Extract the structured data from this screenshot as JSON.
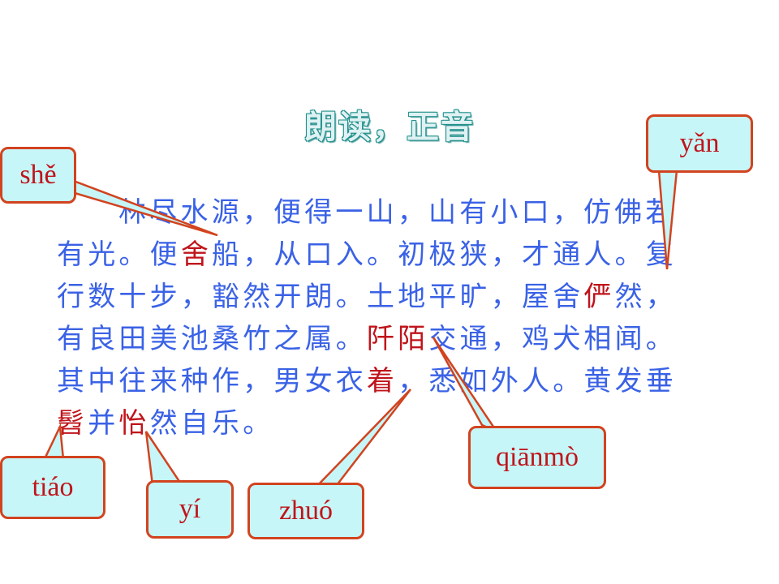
{
  "title": "朗读，正音",
  "passage": {
    "lines": [
      [
        {
          "t": "林尽水源，便得一山，山有小口，仿佛若",
          "hl": false
        }
      ],
      [
        {
          "t": "有光。便",
          "hl": false
        },
        {
          "t": "舍",
          "hl": true
        },
        {
          "t": "船，从口入。初极狭，才通人。复",
          "hl": false
        }
      ],
      [
        {
          "t": "行数十步，豁然开朗。土地平旷，屋舍",
          "hl": false
        },
        {
          "t": "俨",
          "hl": true
        },
        {
          "t": "然，",
          "hl": false
        }
      ],
      [
        {
          "t": "有良田美池桑竹之属。",
          "hl": false
        },
        {
          "t": "阡陌",
          "hl": true
        },
        {
          "t": "交通，鸡犬相闻。",
          "hl": false
        }
      ],
      [
        {
          "t": "其中往来种作，男女衣",
          "hl": false
        },
        {
          "t": "着",
          "hl": true
        },
        {
          "t": "，悉如外人。黄发垂",
          "hl": false
        }
      ],
      [
        {
          "t": "髫",
          "hl": true
        },
        {
          "t": "并",
          "hl": false
        },
        {
          "t": "怡",
          "hl": true
        },
        {
          "t": "然自乐。",
          "hl": false
        }
      ]
    ]
  },
  "annotations": {
    "she": "shě",
    "yan": "yǎn",
    "qianmo": "qiānmò",
    "tiao": "tiáo",
    "yi": "yí",
    "zhuo": "zhuó"
  },
  "colors": {
    "text": "#3a62e6",
    "highlight": "#c0141b",
    "bubble_fill": "#c6f6f7",
    "bubble_border": "#d2431f",
    "title_fill": "#dff1f3",
    "title_outline": "#1f8f8a"
  }
}
